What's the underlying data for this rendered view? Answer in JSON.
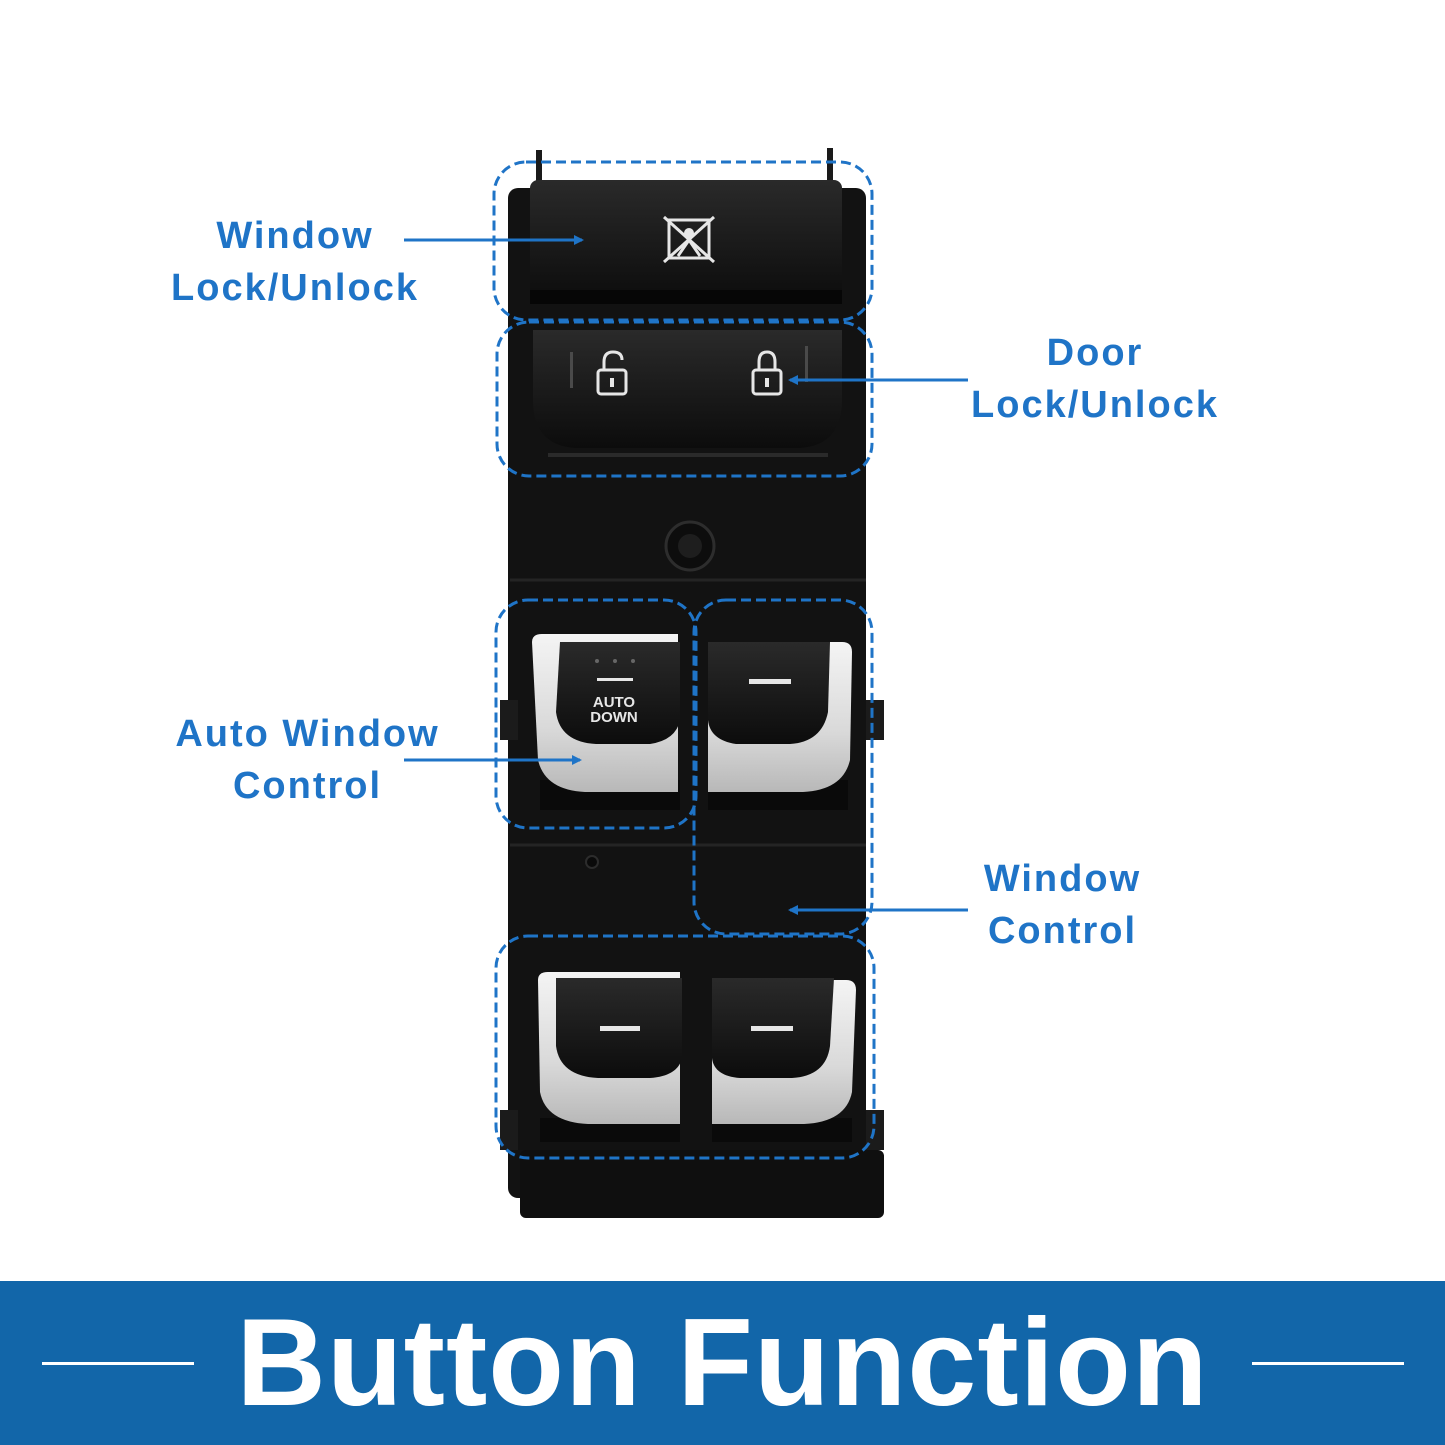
{
  "labels": {
    "window_lock": [
      "Window",
      "Lock/Unlock"
    ],
    "door_lock": [
      "Door",
      "Lock/Unlock"
    ],
    "auto_window": [
      "Auto Window",
      "Control"
    ],
    "window_control": [
      "Window",
      "Control"
    ]
  },
  "switch_text": {
    "auto": "AUTO",
    "down": "DOWN"
  },
  "banner": {
    "title": "Button Function"
  },
  "colors": {
    "accent_blue": "#1f74c7",
    "banner_blue": "#1266a9",
    "switch_body": "#111111",
    "chrome": "#e2e2e2"
  },
  "icons": [
    "window-lock-icon",
    "unlocked-padlock-icon",
    "locked-padlock-icon"
  ]
}
